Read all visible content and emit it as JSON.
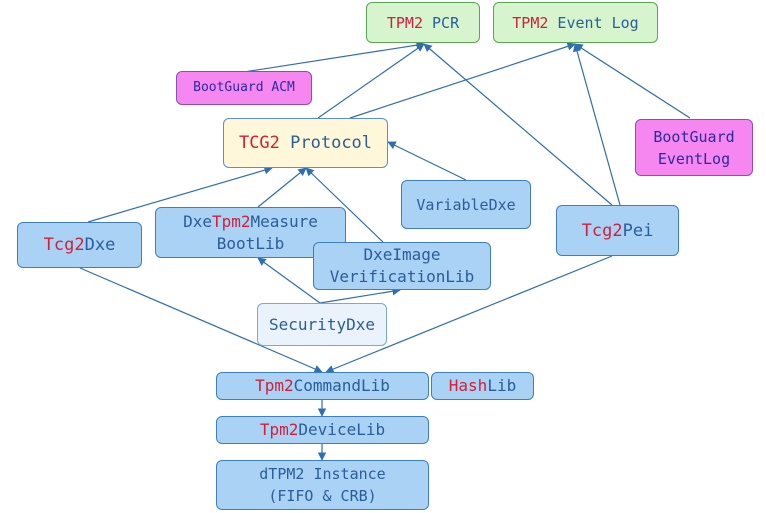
{
  "nodes": {
    "tpm2_pcr": {
      "a": "TPM2",
      "b": " PCR"
    },
    "tpm2_event_log": {
      "a": "TPM2",
      "b": " Event Log"
    },
    "bootguard_acm": {
      "text": "BootGuard ACM"
    },
    "tcg2_protocol": {
      "a": "TCG2",
      "b": " Protocol"
    },
    "bootguard_eventlog": {
      "line1": "BootGuard",
      "line2": "EventLog"
    },
    "variabledxe": {
      "text": "VariableDxe"
    },
    "tcg2dxe": {
      "a": "Tcg2",
      "b": "Dxe"
    },
    "dxe_tpm2_measure": {
      "p1": "Dxe",
      "p2": "Tpm2",
      "p3": "Measure",
      "line2": "BootLib"
    },
    "dxe_image_verif": {
      "line1": "DxeImage",
      "line2": "VerificationLib"
    },
    "tcg2pei": {
      "a": "Tcg2",
      "b": "Pei"
    },
    "securitydxe": {
      "text": "SecurityDxe"
    },
    "tpm2_commandlib": {
      "a": "Tpm2",
      "b": "CommandLib"
    },
    "hashlib": {
      "a": "Hash",
      "b": "Lib"
    },
    "tpm2_devicelib": {
      "a": "Tpm2",
      "b": "DeviceLib"
    },
    "dtpm2_instance": {
      "line1": "dTPM2 Instance",
      "line2": "(FIFO & CRB)"
    }
  },
  "colors": {
    "edge": "#2f6db5",
    "red_text": "#d0203a",
    "blue_text": "#2a5d99"
  }
}
